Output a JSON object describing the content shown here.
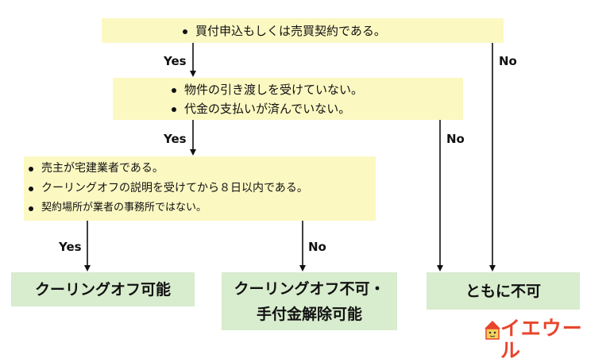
{
  "flowchart": {
    "box1": {
      "items": [
        "買付申込もしくは売買契約である。"
      ]
    },
    "box2": {
      "items": [
        "物件の引き渡しを受けていない。",
        "代金の支払いが済んでいない。"
      ]
    },
    "box3": {
      "items": [
        "売主が宅建業者である。",
        "クーリングオフの説明を受けてから８日以内である。",
        "契約場所が業者の事務所ではない。"
      ]
    },
    "result1": {
      "lines": [
        "クーリングオフ可能"
      ]
    },
    "result2": {
      "lines": [
        "クーリングオフ不可・",
        "手付金解除可能"
      ]
    },
    "result3": {
      "lines": [
        "ともに不可"
      ]
    },
    "labels": {
      "yes": "Yes",
      "no": "No"
    }
  },
  "logo": {
    "text": "イエウール",
    "icon": "house-icon",
    "color": "#e8452c"
  },
  "colors": {
    "condition_fill": "#fcf8c2",
    "result_fill": "#d8ecce",
    "line": "#111111"
  }
}
